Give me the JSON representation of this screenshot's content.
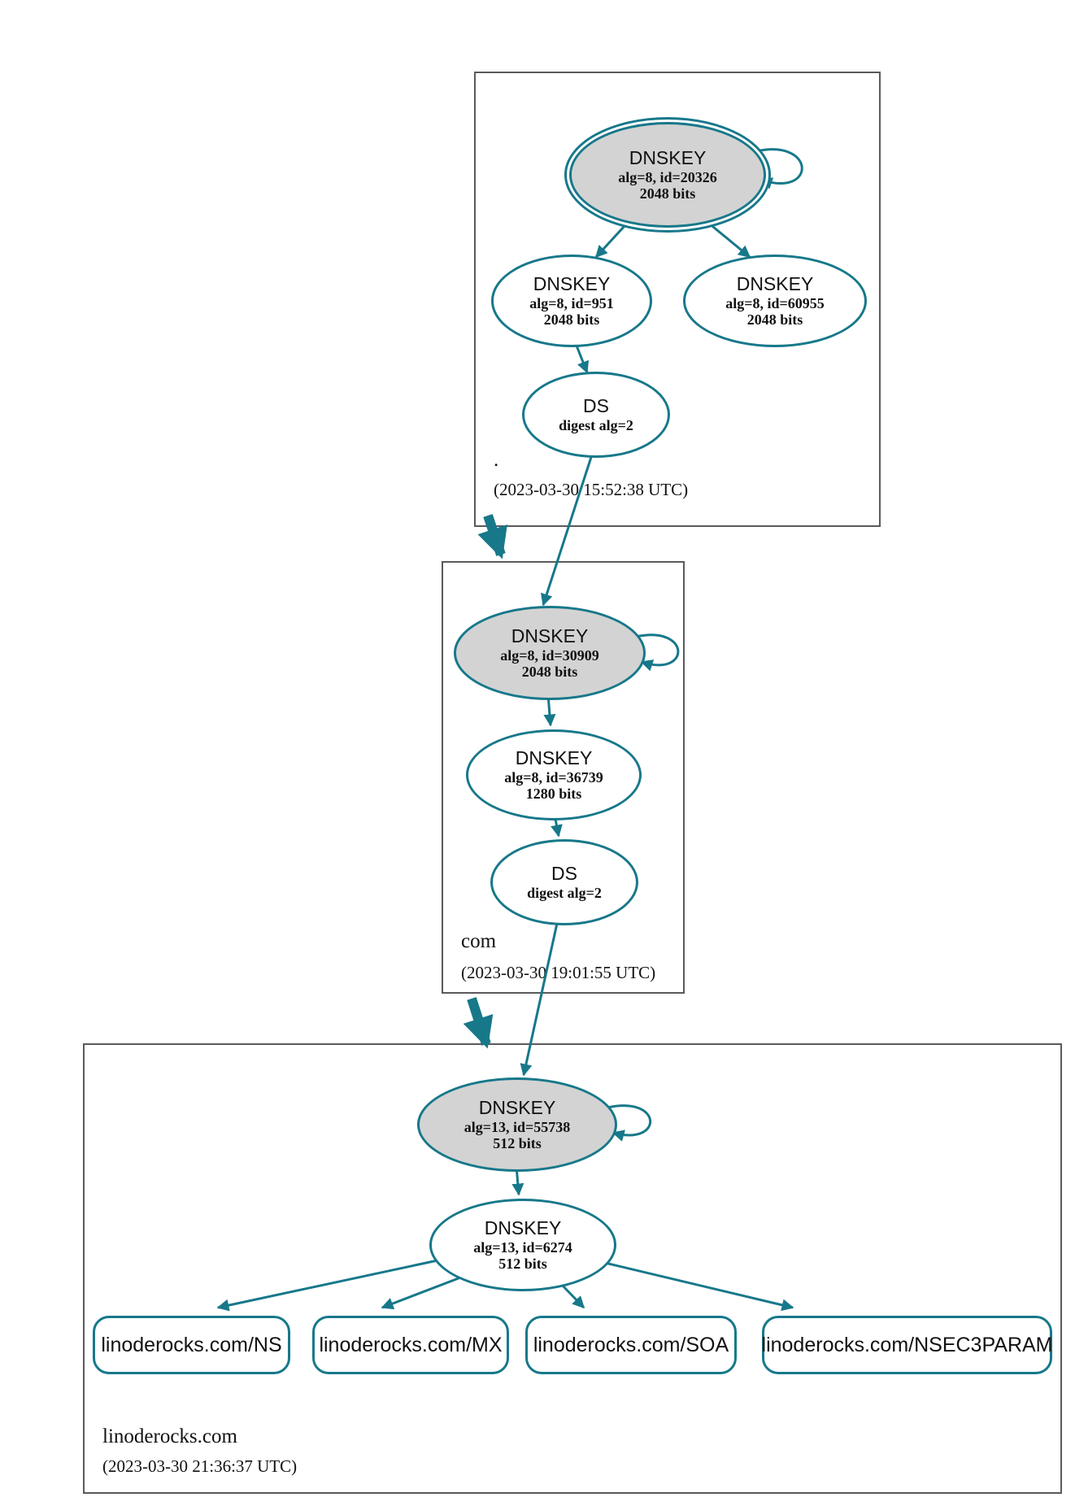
{
  "colors": {
    "secure": "#17788a",
    "ksk-fill": "#d3d3d3",
    "box-border": "#5a5a5a"
  },
  "zones": [
    {
      "label": ".",
      "timestamp": "(2023-03-30 15:52:38 UTC)",
      "nodes": {
        "ksk": {
          "title": "DNSKEY",
          "detail": "alg=8, id=20326",
          "bits": "2048 bits"
        },
        "zsk1": {
          "title": "DNSKEY",
          "detail": "alg=8, id=951",
          "bits": "2048 bits"
        },
        "zsk2": {
          "title": "DNSKEY",
          "detail": "alg=8, id=60955",
          "bits": "2048 bits"
        },
        "ds": {
          "title": "DS",
          "detail": "digest alg=2"
        }
      }
    },
    {
      "label": "com",
      "timestamp": "(2023-03-30 19:01:55 UTC)",
      "nodes": {
        "ksk": {
          "title": "DNSKEY",
          "detail": "alg=8, id=30909",
          "bits": "2048 bits"
        },
        "zsk": {
          "title": "DNSKEY",
          "detail": "alg=8, id=36739",
          "bits": "1280 bits"
        },
        "ds": {
          "title": "DS",
          "detail": "digest alg=2"
        }
      }
    },
    {
      "label": "linoderocks.com",
      "timestamp": "(2023-03-30 21:36:37 UTC)",
      "nodes": {
        "ksk": {
          "title": "DNSKEY",
          "detail": "alg=13, id=55738",
          "bits": "512 bits"
        },
        "zsk": {
          "title": "DNSKEY",
          "detail": "alg=13, id=6274",
          "bits": "512 bits"
        }
      },
      "rrsets": [
        {
          "label": "linoderocks.com/NS"
        },
        {
          "label": "linoderocks.com/MX"
        },
        {
          "label": "linoderocks.com/SOA"
        },
        {
          "label": "linoderocks.com/NSEC3PARAM"
        }
      ]
    }
  ],
  "edges": [
    {
      "from": "dnskey-20326",
      "to": "dnskey-20326",
      "type": "self-sign"
    },
    {
      "from": "dnskey-20326",
      "to": "dnskey-951",
      "type": "sign"
    },
    {
      "from": "dnskey-20326",
      "to": "dnskey-60955",
      "type": "sign"
    },
    {
      "from": "dnskey-951",
      "to": "ds-root",
      "type": "sign"
    },
    {
      "from": "ds-root",
      "to": "dnskey-30909",
      "type": "ds-link"
    },
    {
      "from": "zone-root",
      "to": "zone-com",
      "type": "delegation"
    },
    {
      "from": "dnskey-30909",
      "to": "dnskey-30909",
      "type": "self-sign"
    },
    {
      "from": "dnskey-30909",
      "to": "dnskey-36739",
      "type": "sign"
    },
    {
      "from": "dnskey-36739",
      "to": "ds-com",
      "type": "sign"
    },
    {
      "from": "ds-com",
      "to": "dnskey-55738",
      "type": "ds-link"
    },
    {
      "from": "zone-com",
      "to": "zone-linoderocks.com",
      "type": "delegation"
    },
    {
      "from": "dnskey-55738",
      "to": "dnskey-55738",
      "type": "self-sign"
    },
    {
      "from": "dnskey-55738",
      "to": "dnskey-6274",
      "type": "sign"
    },
    {
      "from": "dnskey-6274",
      "to": "linoderocks.com/NS",
      "type": "sign"
    },
    {
      "from": "dnskey-6274",
      "to": "linoderocks.com/MX",
      "type": "sign"
    },
    {
      "from": "dnskey-6274",
      "to": "linoderocks.com/SOA",
      "type": "sign"
    },
    {
      "from": "dnskey-6274",
      "to": "linoderocks.com/NSEC3PARAM",
      "type": "sign"
    }
  ]
}
